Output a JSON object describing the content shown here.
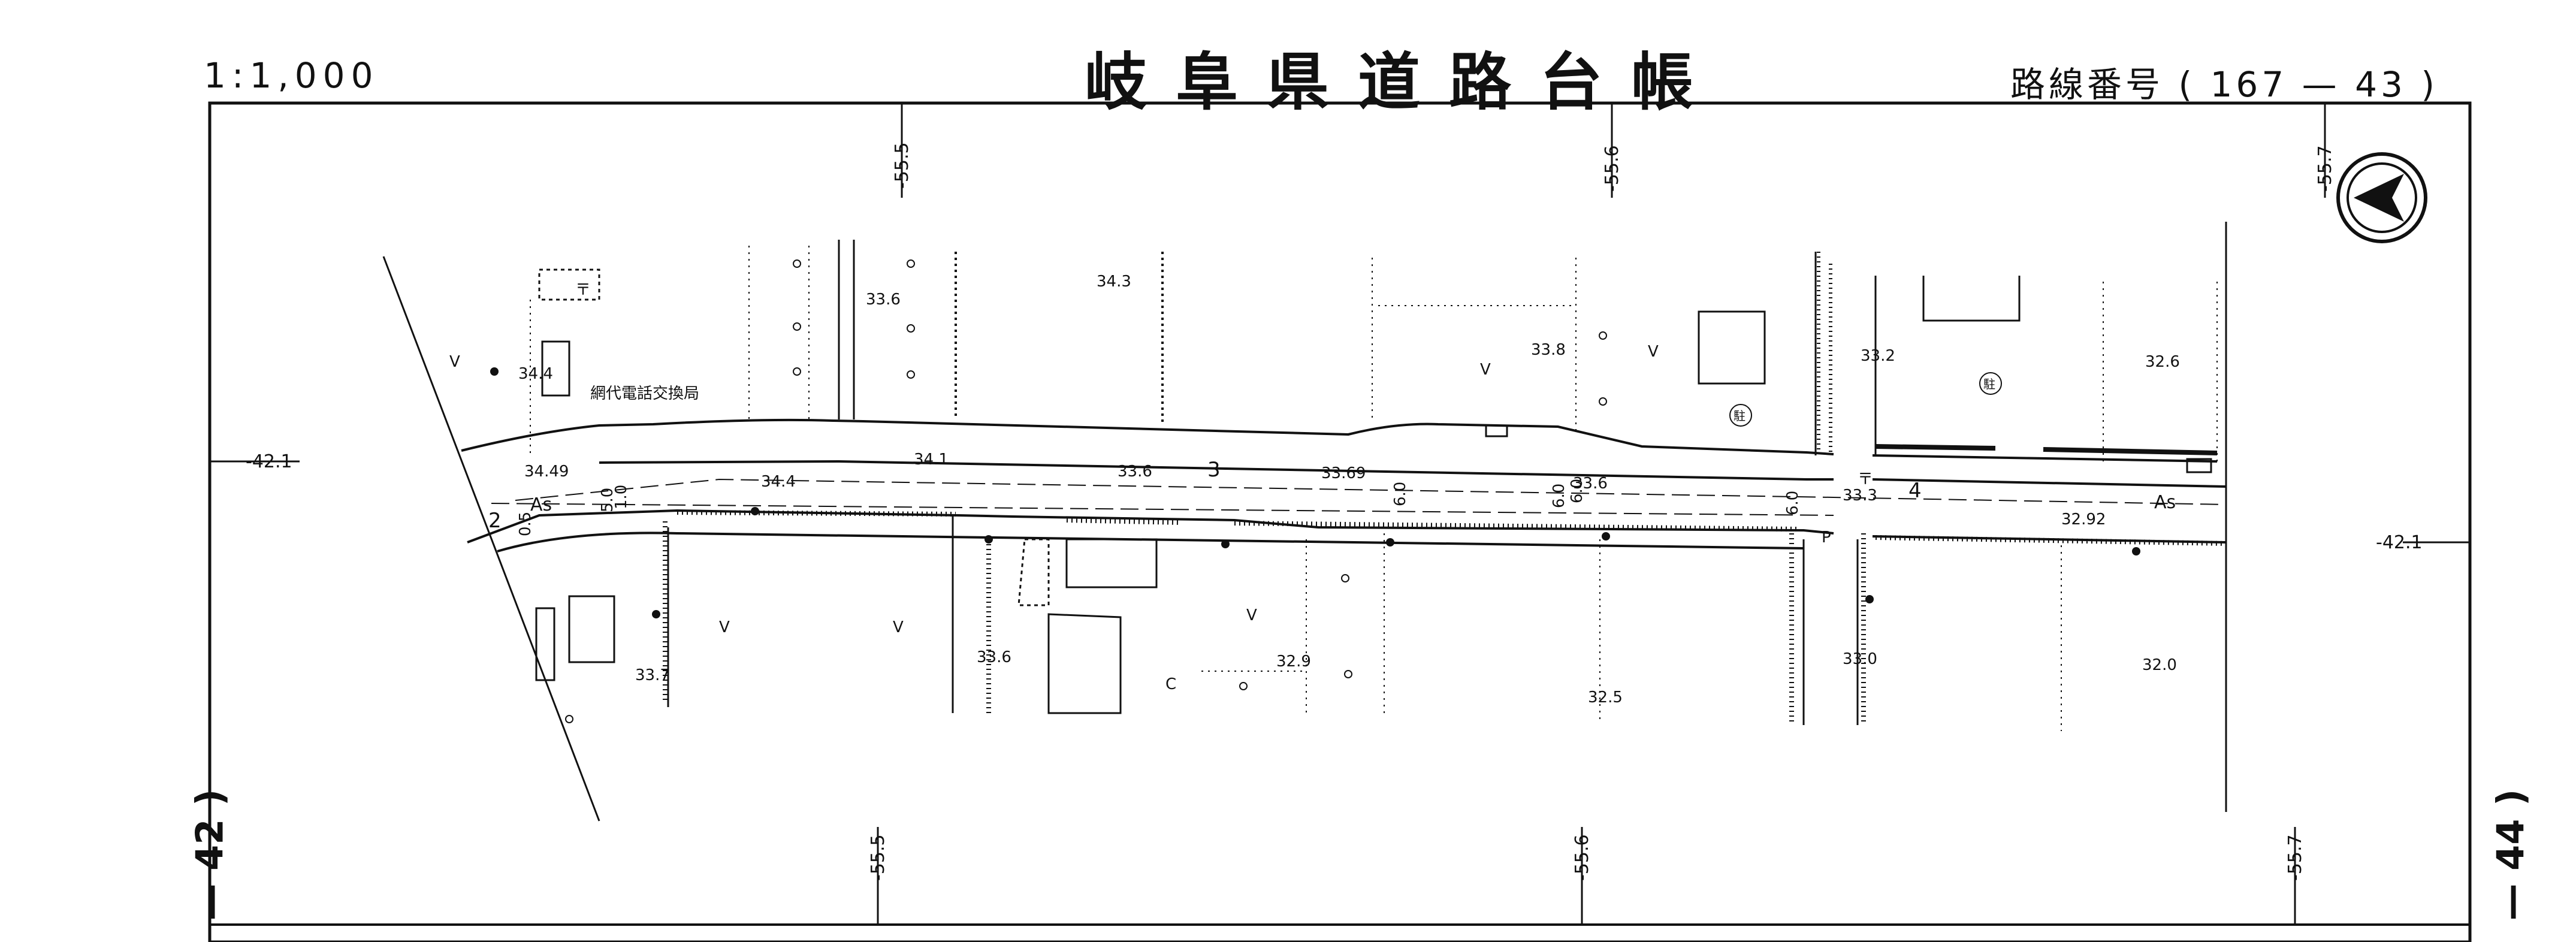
{
  "header": {
    "scale": "1:1,000",
    "title": "岐阜県道路台帳",
    "route_label": "路線番号",
    "route_open": "(",
    "route_number": "167 — 43",
    "route_close": ")"
  },
  "sheet_edges": {
    "left": "— 42 )",
    "right": "— 44 )"
  },
  "grid_labels": {
    "top": [
      "-55.5",
      "-55.6",
      "-55.7"
    ],
    "bottom": [
      "-55.5",
      "-55.6",
      "-55.7"
    ],
    "left_y": "-42.1",
    "right_y": "-42.1"
  },
  "map_labels": {
    "facility": "網代電話交換局",
    "pavement_left": "As",
    "pavement_right": "As",
    "station_2": "2",
    "station_3": "3",
    "station_4": "4",
    "parking_1": "駐",
    "parking_2": "駐",
    "width_marks": [
      "6.0",
      "6.0",
      "6.0",
      "6.0",
      "5.0",
      "1.0",
      "0.5"
    ],
    "symbols": [
      "〒",
      "〒",
      "V",
      "V",
      "V",
      "V",
      "V",
      "V",
      "C",
      "P"
    ]
  },
  "elevations": [
    {
      "label": "34.3"
    },
    {
      "label": "33.6"
    },
    {
      "label": "34.4"
    },
    {
      "label": "34.49"
    },
    {
      "label": "34.4"
    },
    {
      "label": "34.1"
    },
    {
      "label": "33.6"
    },
    {
      "label": "33.69"
    },
    {
      "label": "33.8"
    },
    {
      "label": "33.6"
    },
    {
      "label": "33.2"
    },
    {
      "label": "33.3"
    },
    {
      "label": "32.6"
    },
    {
      "label": "32.92"
    },
    {
      "label": "33.7"
    },
    {
      "label": "33.6"
    },
    {
      "label": "32.9"
    },
    {
      "label": "32.5"
    },
    {
      "label": "33.0"
    },
    {
      "label": "32.0"
    }
  ],
  "north_arrow": "north-arrow"
}
